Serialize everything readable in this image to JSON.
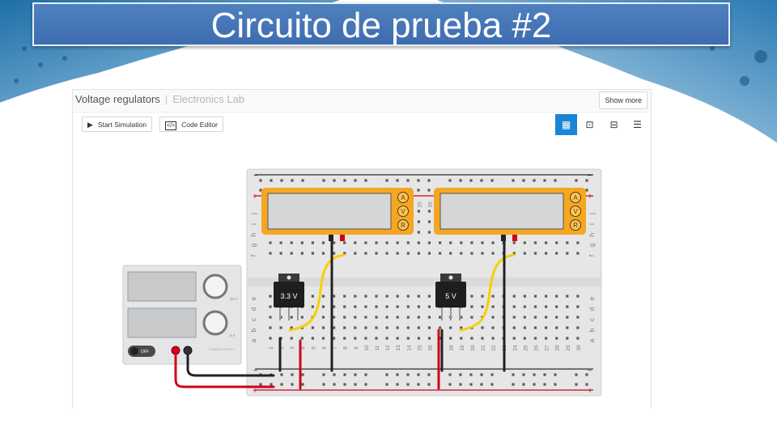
{
  "slide": {
    "title": "Circuito de prueba #2"
  },
  "window": {
    "title": "Voltage regulators",
    "subtitle": "Electronics Lab",
    "show_more": "Show more"
  },
  "toolbar": {
    "start_simulation": "Start Simulation",
    "code_editor": "Code Editor",
    "views": [
      "breadboard-view-icon",
      "schematic-view-icon",
      "pcb-view-icon",
      "list-view-icon"
    ]
  },
  "power_supply": {
    "voltage_label": "30 V",
    "current_label": "5 A",
    "off_label": "OFF",
    "brand": "POWER SUPPLY"
  },
  "regulators": {
    "left": "3.3 V",
    "right": "5 V"
  },
  "breadboard": {
    "row_labels_top": [
      "j",
      "i",
      "h",
      "g",
      "f"
    ],
    "row_labels_bottom": [
      "e",
      "d",
      "c",
      "b",
      "a"
    ],
    "columns": [
      "1",
      "2",
      "3",
      "4",
      "5",
      "6",
      "7",
      "8",
      "9",
      "10",
      "11",
      "12",
      "13",
      "14",
      "15",
      "16",
      "17",
      "18",
      "19",
      "20",
      "21",
      "22",
      "23",
      "24",
      "25",
      "26",
      "27",
      "28",
      "29",
      "30"
    ],
    "rail_minus": "–",
    "rail_plus": "+"
  },
  "multimeter": {
    "modes": [
      "A",
      "V",
      "R"
    ]
  },
  "colors": {
    "title_bar": "#4472c4",
    "accent": "#1a85d6",
    "multimeter_body": "#f5a623",
    "wire_red": "#d0021b",
    "wire_black": "#222222",
    "wire_yellow": "#f5d000"
  }
}
